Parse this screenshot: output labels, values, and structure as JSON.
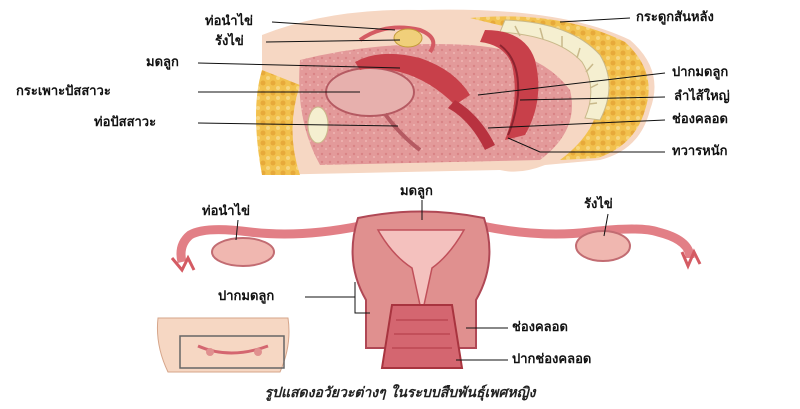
{
  "sagittal_view": {
    "labels": {
      "fallopian_tube": "ท่อนำไข่",
      "ovary": "รังไข่",
      "uterus": "มดลูก",
      "bladder": "กระเพาะปัสสาวะ",
      "urethra": "ท่อปัสสาวะ",
      "spine": "กระดูกสันหลัง",
      "cervix": "ปากมดลูก",
      "rectum": "ลำไส้ใหญ่",
      "vagina": "ช่องคลอด",
      "anus": "ทวารหนัก"
    }
  },
  "frontal_view": {
    "labels": {
      "uterus": "มดลูก",
      "fallopian_tube": "ท่อนำไข่",
      "ovary": "รังไข่",
      "cervix": "ปากมดลูก",
      "vagina": "ช่องคลอด",
      "vaginal_opening": "ปากช่องคลอด"
    }
  },
  "caption": "รูปแสดงอวัยวะต่างๆ ในระบบสืบพันธุ์เพศหญิง",
  "colors": {
    "flesh": "#e9a9a5",
    "muscle": "#c8404a",
    "fat": "#f2c14e",
    "bone": "#f5efd0",
    "skin": "#f6d7c3",
    "leader": "#111111"
  }
}
